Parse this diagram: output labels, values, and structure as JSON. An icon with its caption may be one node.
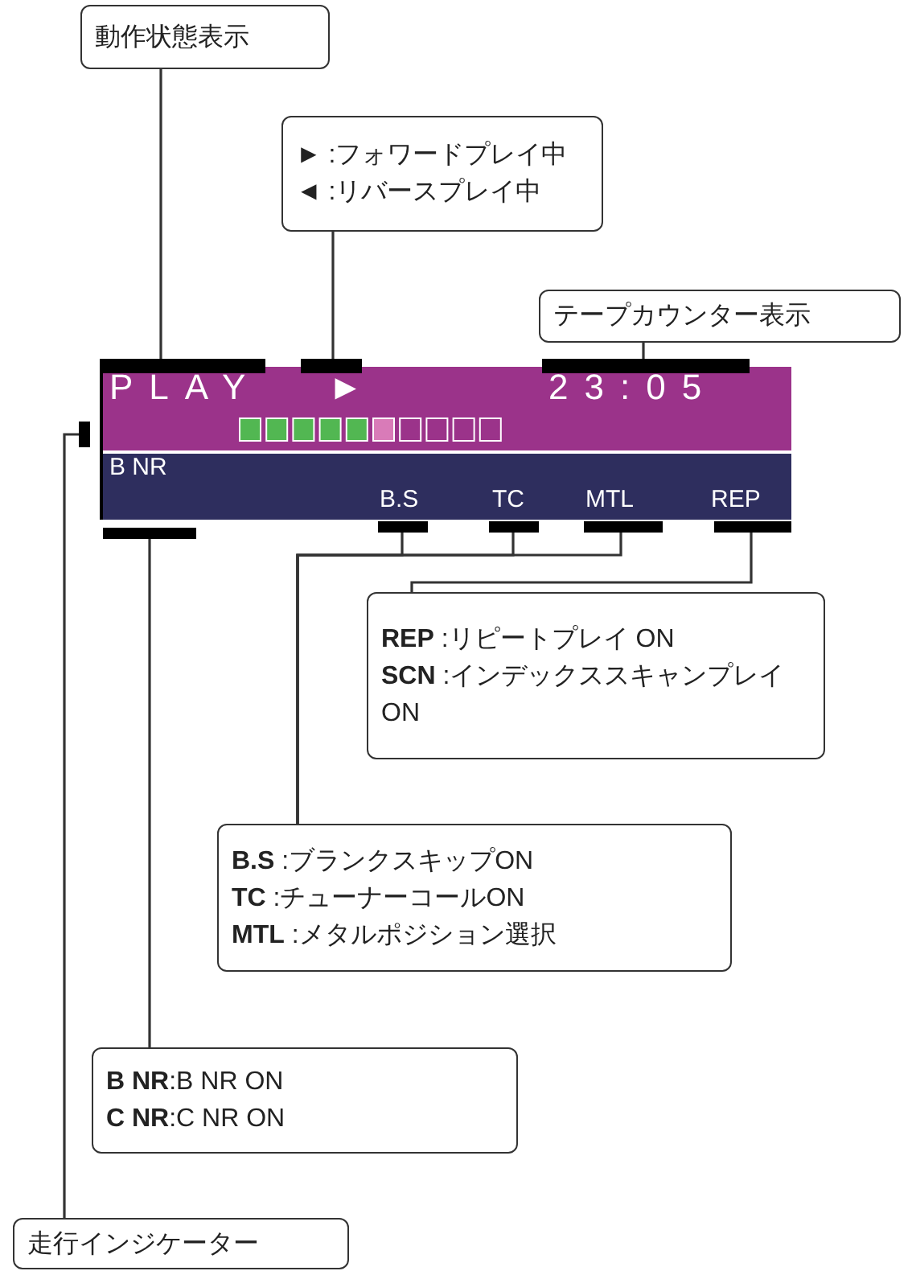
{
  "diagram": {
    "nodes": [
      {
        "text": [
          "動作状態表示"
        ]
      },
      {
        "text": [
          "► :フォワードプレイ中",
          "◄ :リバースプレイ中"
        ]
      },
      {
        "text": [
          "テープカウンター表示"
        ]
      },
      {
        "text": [],
        "shape": "bar"
      },
      {
        "text": [],
        "shape": "bar"
      },
      {
        "text": [],
        "shape": "bar"
      },
      {
        "text": [],
        "shape": "bar"
      },
      {
        "text": [],
        "shape": "bar"
      },
      {
        "text": [],
        "shape": "bar"
      },
      {
        "text": [],
        "shape": "bar"
      },
      {
        "text": [],
        "shape": "bar"
      },
      {
        "text": [],
        "shape": "bar"
      },
      {
        "text": [
          "**REP** :リピートプレイ ON",
          "**SCN** :インデックススキャンプレイON"
        ]
      },
      {
        "text": [
          "**B.S** :ブランクスキップON",
          "**TC** :チューナーコールON",
          "**MTL** :メタルポジション選択"
        ]
      },
      {
        "text": [
          "**B NR**:B NR ON",
          "**C NR**:C NR ON"
        ]
      },
      {
        "text": [
          "走行インジケーター"
        ]
      }
    ],
    "edges": [
      {
        "from": 0,
        "to": 3,
        "arrow": "none"
      },
      {
        "from": 1,
        "to": 4,
        "arrow": "none"
      },
      {
        "from": 2,
        "to": 5,
        "arrow": "none"
      },
      {
        "from": 11,
        "to": 12,
        "arrow": "none"
      },
      {
        "from": 8,
        "to": 13,
        "arrow": "none"
      },
      {
        "from": 9,
        "to": 13,
        "arrow": "none"
      },
      {
        "from": 10,
        "to": 13,
        "arrow": "none"
      },
      {
        "from": 7,
        "to": 14,
        "arrow": "none"
      },
      {
        "from": 6,
        "to": 15,
        "arrow": "none"
      }
    ],
    "labels": [
      "PLAY",
      "►",
      "23:05",
      "B NR",
      "B.S",
      "TC",
      "MTL",
      "REP"
    ]
  }
}
